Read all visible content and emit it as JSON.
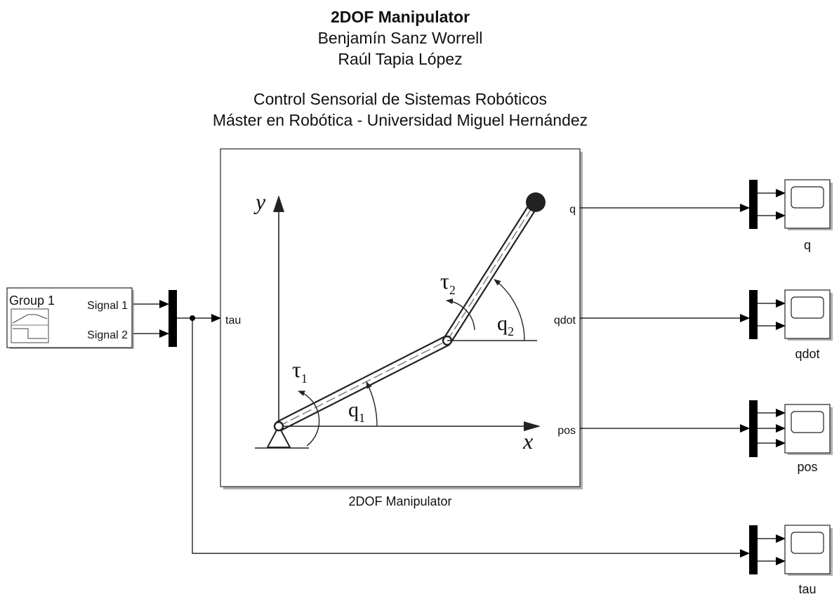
{
  "header": {
    "title": "2DOF Manipulator",
    "author1": "Benjamín Sanz Worrell",
    "author2": "Raúl Tapia López",
    "course": "Control Sensorial de Sistemas Robóticos",
    "program": "Máster en Robótica - Universidad Miguel Hernández"
  },
  "signal_builder": {
    "group_label": "Group 1",
    "signal1": "Signal 1",
    "signal2": "Signal 2"
  },
  "manipulator_block": {
    "name": "2DOF Manipulator",
    "input_port": "tau",
    "output_ports": [
      "q",
      "qdot",
      "pos"
    ],
    "image_labels": {
      "y_axis": "y",
      "x_axis": "x",
      "tau1_sym": "τ",
      "tau1_sub": "1",
      "tau2_sym": "τ",
      "tau2_sub": "2",
      "q1_sym": "q",
      "q1_sub": "1",
      "q2_sym": "q",
      "q2_sub": "2"
    }
  },
  "scopes": [
    {
      "name": "q"
    },
    {
      "name": "qdot"
    },
    {
      "name": "pos"
    },
    {
      "name": "tau"
    }
  ],
  "colors": {
    "line": "#000000",
    "mux": "#000000",
    "block_border": "#222222",
    "block_shadow": "#b0b0b0"
  }
}
